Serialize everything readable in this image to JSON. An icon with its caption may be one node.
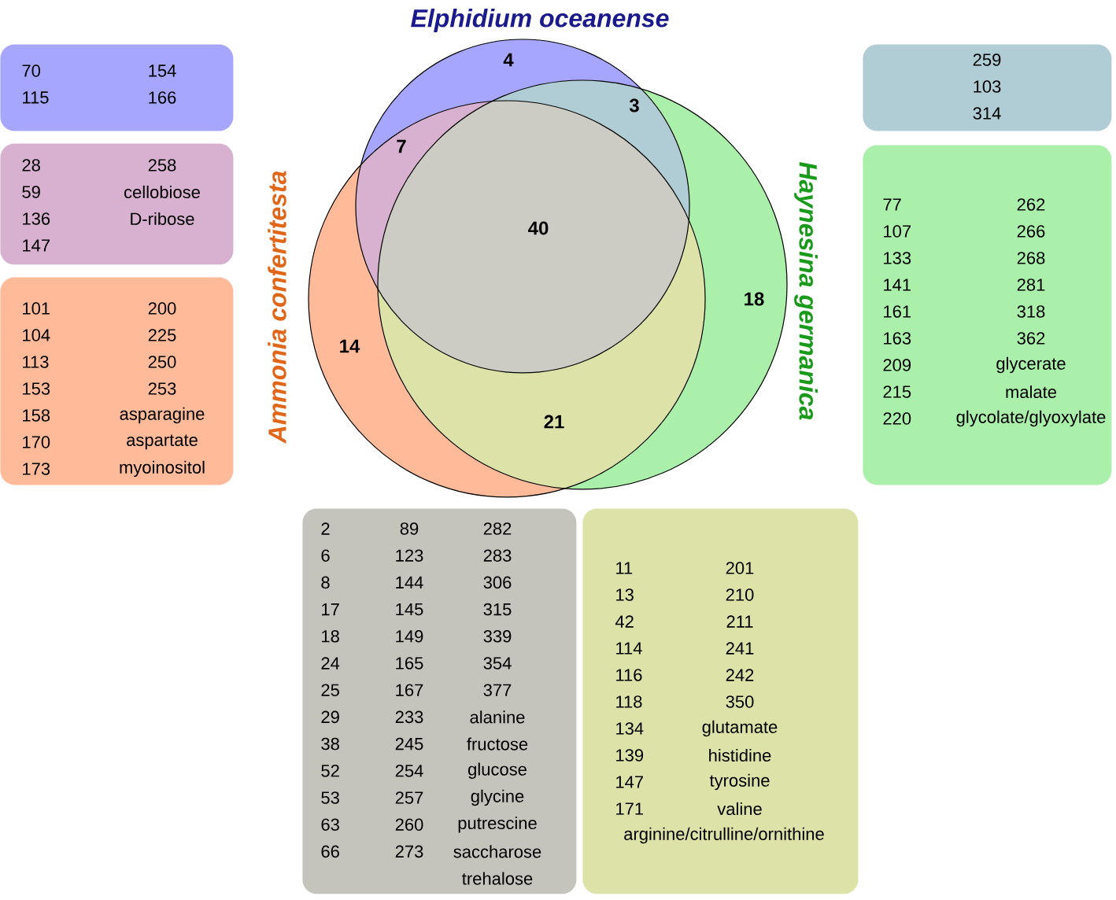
{
  "diagram": {
    "nodes": [
      {
        "text": [
          "Elphidium oceanense"
        ]
      },
      {
        "text": [
          "Ammonia confertitesta"
        ]
      },
      {
        "text": [
          "Haynesina germanica"
        ]
      },
      {
        "text": [
          "70",
          "154",
          "115",
          "166"
        ]
      },
      {
        "text": [
          "28",
          "258",
          "59",
          "cellobiose",
          "136",
          "D-ribose",
          "147"
        ]
      },
      {
        "text": [
          "101",
          "200",
          "104",
          "225",
          "113",
          "250",
          "153",
          "253",
          "158",
          "asparagine",
          "170",
          "aspartate",
          "173",
          "myoinositol"
        ]
      },
      {
        "text": [
          "259",
          "103",
          "314"
        ]
      },
      {
        "text": [
          "77",
          "262",
          "107",
          "266",
          "133",
          "268",
          "141",
          "281",
          "161",
          "318",
          "163",
          "362",
          "209",
          "glycerate",
          "215",
          "malate",
          "220",
          "glycolate/glyoxylate"
        ]
      },
      {
        "text": [
          "2",
          "89",
          "282",
          "6",
          "123",
          "283",
          "8",
          "144",
          "306",
          "17",
          "145",
          "315",
          "18",
          "149",
          "339",
          "24",
          "165",
          "354",
          "25",
          "167",
          "377",
          "29",
          "233",
          "alanine",
          "38",
          "245",
          "fructose",
          "52",
          "254",
          "glucose",
          "53",
          "257",
          "glycine",
          "63",
          "260",
          "putrescine",
          "66",
          "273",
          "saccharose",
          "trehalose"
        ]
      },
      {
        "text": [
          "11",
          "201",
          "13",
          "210",
          "42",
          "211",
          "114",
          "241",
          "116",
          "242",
          "118",
          "350",
          "134",
          "glutamate",
          "139",
          "histidine",
          "147",
          "tyrosine",
          "171",
          "valine",
          "arginine/citrulline/ornithine"
        ]
      }
    ],
    "labels": [
      "4",
      "3",
      "7",
      "40",
      "18",
      "14",
      "21"
    ]
  }
}
